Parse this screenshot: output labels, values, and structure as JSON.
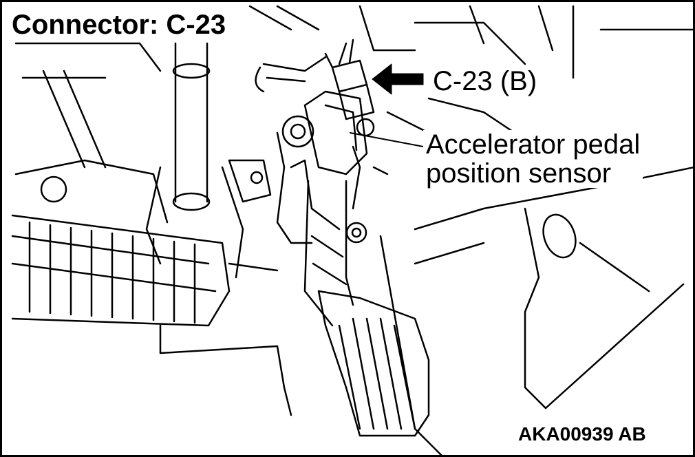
{
  "title": "Connector: C-23",
  "connector_callout": "C-23 (B)",
  "sensor_callout": {
    "line1": "Accelerator pedal",
    "line2": "position sensor"
  },
  "figure_code": "AKA00939 AB",
  "colors": {
    "ink": "#000000",
    "paper": "#ffffff"
  }
}
